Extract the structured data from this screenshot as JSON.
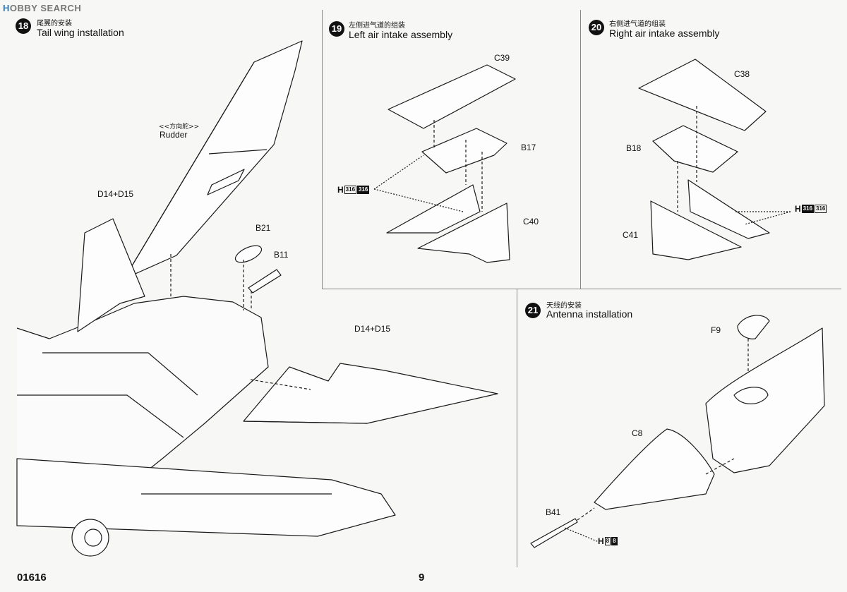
{
  "watermark": {
    "mark": "H",
    "brand": "OBBY SEARCH"
  },
  "steps": [
    {
      "number": "18",
      "title_cn": "尾翼的安装",
      "title_en": "Tail wing installation"
    },
    {
      "number": "19",
      "title_cn": "左侧进气道的组装",
      "title_en": "Left air intake assembly"
    },
    {
      "number": "20",
      "title_cn": "右侧进气道的组装",
      "title_en": "Right air intake assembly"
    },
    {
      "number": "21",
      "title_cn": "天线的安装",
      "title_en": "Antenna installation"
    }
  ],
  "parts": {
    "rudder_cn": "<<方向舵>>",
    "rudder": "Rudder",
    "d14_d15_a": "D14+D15",
    "d14_d15_b": "D14+D15",
    "b21": "B21",
    "b11": "B11",
    "c39": "C39",
    "b17": "B17",
    "c40": "C40",
    "h_left": "H",
    "h_left_cells": [
      "316",
      "316"
    ],
    "c38": "C38",
    "b18": "B18",
    "c41": "C41",
    "h_right": "H",
    "h_right_cells": [
      "316",
      "316"
    ],
    "f9": "F9",
    "c8": "C8",
    "b41": "B41",
    "h_ant": "H",
    "h_ant_cells": [
      "8",
      "8"
    ]
  },
  "footer": {
    "code": "01616",
    "page": "9"
  }
}
